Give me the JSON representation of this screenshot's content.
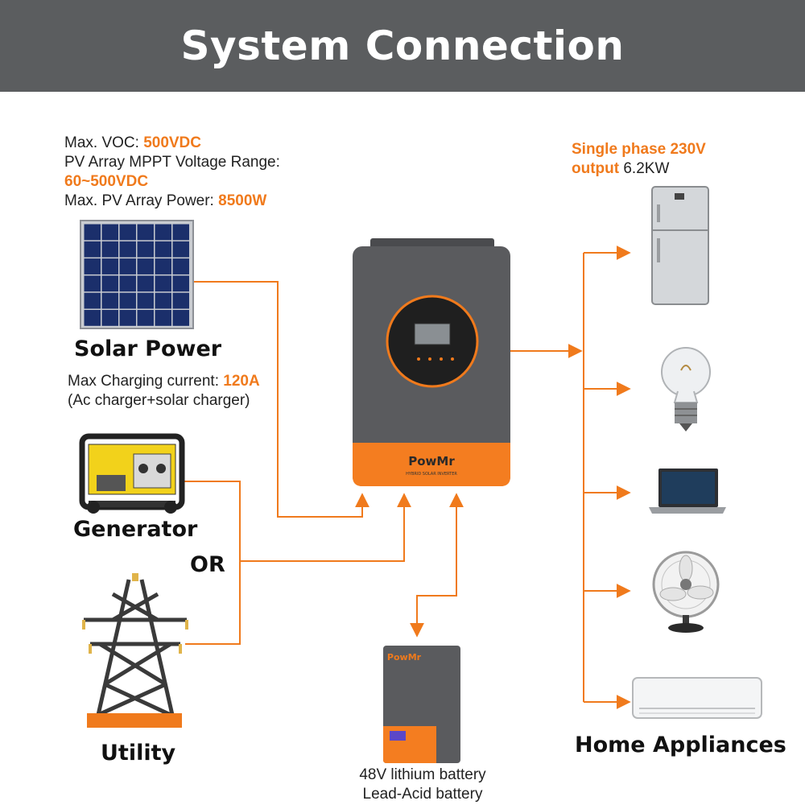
{
  "header": {
    "title": "System Connection"
  },
  "pv_specs": {
    "line1_label": "Max. VOC: ",
    "line1_value": "500VDC",
    "line2_label": "PV Array MPPT Voltage Range:",
    "line3_value": "60~500VDC",
    "line4_label": "Max. PV Array Power: ",
    "line4_value": "8500W"
  },
  "solar": {
    "label": "Solar Power",
    "charging_label": "Max Charging current: ",
    "charging_value": "120A",
    "charging_note": "(Ac charger+solar charger)"
  },
  "generator": {
    "label": "Generator"
  },
  "or_label": "OR",
  "utility": {
    "label": "Utility"
  },
  "output": {
    "line1": "Single phase 230V",
    "line2_bold": "output",
    "line2_value": " 6.2KW"
  },
  "inverter": {
    "brand": "PowMr",
    "subtitle": "HYBRID SOLAR INVERTER"
  },
  "battery": {
    "brand": "PowMr",
    "label_line1": "48V lithium battery",
    "label_line2": "Lead-Acid battery"
  },
  "appliances": {
    "label": "Home Appliances"
  },
  "colors": {
    "accent": "#f07a1c",
    "header_bg": "#5b5d5f",
    "device_gray": "#5a5b5e"
  }
}
